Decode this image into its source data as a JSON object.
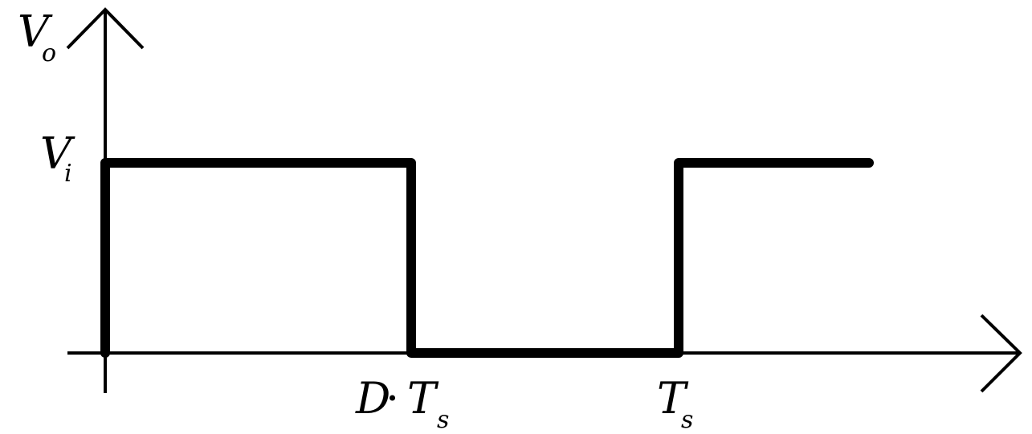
{
  "labels": {
    "y_axis": {
      "main": "V",
      "sub": "o"
    },
    "level_high": {
      "main": "V",
      "sub": "i"
    },
    "tick_duty": {
      "prefix": "D",
      "operator": "·",
      "main": "T",
      "sub": "s"
    },
    "tick_period": {
      "main": "T",
      "sub": "s"
    }
  },
  "colors": {
    "stroke": "#000000",
    "background": "#ffffff"
  }
}
